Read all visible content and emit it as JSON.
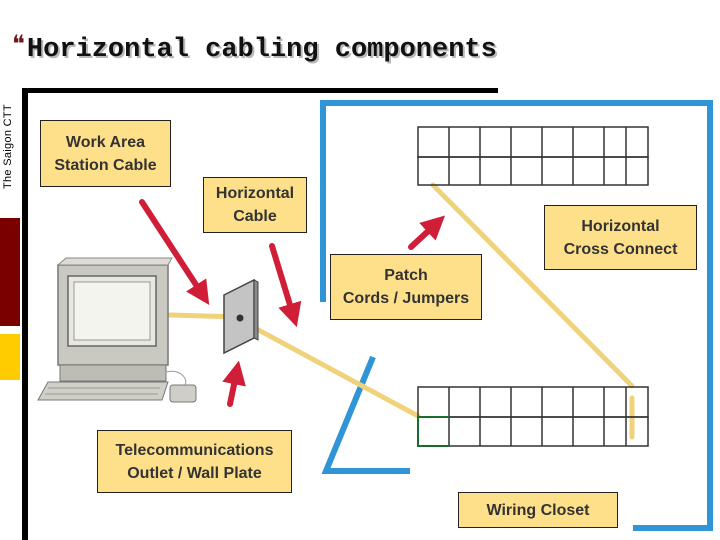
{
  "sidebar": {
    "label": "The Saigon CTT"
  },
  "title": {
    "bullet": "❝",
    "text": "Horizontal cabling components"
  },
  "labels": {
    "work_area": "Work Area\nStation Cable",
    "horizontal_cable": "Horizontal\nCable",
    "horizontal_cross_connect": "Horizontal\nCross Connect",
    "patch_cords": "Patch\nCords / Jumpers",
    "telecom_outlet": "Telecommunications\nOutlet / Wall Plate",
    "wiring_closet": "Wiring Closet"
  },
  "colors": {
    "label_fill": "#ffe08a",
    "cable": "#f0d27a",
    "wall": "#2f95d6",
    "arrow": "#d01e38",
    "accent_dark": "#7a0000",
    "accent_yellow": "#ffcc00"
  },
  "icons": {
    "computer": "desktop-computer-icon",
    "wall_plate": "wall-plate-icon"
  }
}
